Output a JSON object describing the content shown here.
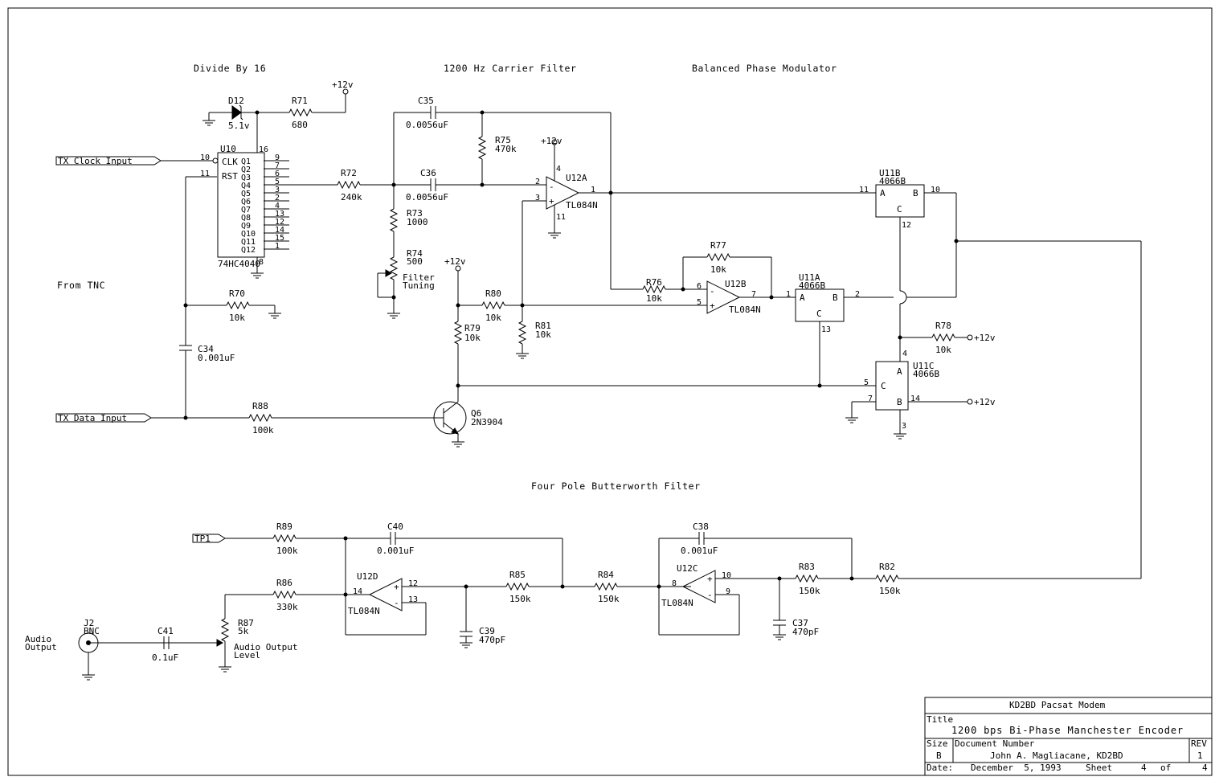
{
  "sections": {
    "divide": "Divide By 16",
    "carrier": "1200 Hz Carrier Filter",
    "modulator": "Balanced Phase Modulator",
    "butterworth": "Four Pole Butterworth Filter"
  },
  "ports": {
    "tx_clock": "TX Clock Input",
    "tx_data": "TX Data Input",
    "tp1": "TP1",
    "from_tnc": "From TNC",
    "audio_output": [
      "Audio",
      "Output"
    ]
  },
  "supply": "+12v",
  "components": {
    "D12": {
      "ref": "D12",
      "value": "5.1v"
    },
    "R71": {
      "ref": "R71",
      "value": "680"
    },
    "U10": {
      "ref": "U10",
      "part": "74HC4040",
      "pin_clk": "10",
      "pin_rst": "11",
      "pin_vcc": "16",
      "pin_gnd": "8",
      "clk": "CLK",
      "rst": "RST",
      "outputs": [
        "Q1",
        "Q2",
        "Q3",
        "Q4",
        "Q5",
        "Q6",
        "Q7",
        "Q8",
        "Q9",
        "Q10",
        "Q11",
        "Q12"
      ],
      "out_pins": [
        "9",
        "7",
        "6",
        "5",
        "3",
        "2",
        "4",
        "13",
        "12",
        "14",
        "15",
        "1"
      ]
    },
    "R72": {
      "ref": "R72",
      "value": "240k"
    },
    "C35": {
      "ref": "C35",
      "value": "0.0056uF"
    },
    "C36": {
      "ref": "C36",
      "value": "0.0056uF"
    },
    "R75": {
      "ref": "R75",
      "value": "470k"
    },
    "R73": {
      "ref": "R73",
      "value": "1000"
    },
    "R74": {
      "ref": "R74",
      "value": "500",
      "note": [
        "Filter",
        "Tuning"
      ]
    },
    "U12A": {
      "ref": "U12A",
      "part": "TL084N",
      "pins": [
        "2",
        "3",
        "1",
        "4",
        "11"
      ]
    },
    "U11B": {
      "ref": "U11B",
      "part": "4066B",
      "pins": [
        "11",
        "10",
        "12"
      ]
    },
    "R77": {
      "ref": "R77",
      "value": "10k"
    },
    "R76": {
      "ref": "R76",
      "value": "10k"
    },
    "U12B": {
      "ref": "U12B",
      "part": "TL084N",
      "pins": [
        "6",
        "5",
        "7"
      ]
    },
    "U11A": {
      "ref": "U11A",
      "part": "4066B",
      "pins": [
        "1",
        "2",
        "13"
      ]
    },
    "R70": {
      "ref": "R70",
      "value": "10k"
    },
    "R80": {
      "ref": "R80",
      "value": "10k"
    },
    "R81": {
      "ref": "R81",
      "value": "10k"
    },
    "R79": {
      "ref": "R79",
      "value": "10k"
    },
    "C34": {
      "ref": "C34",
      "value": "0.001uF"
    },
    "R78": {
      "ref": "R78",
      "value": "10k"
    },
    "U11C": {
      "ref": "U11C",
      "part": "4066B",
      "pins": [
        "4",
        "5",
        "7",
        "14",
        "3"
      ]
    },
    "R88": {
      "ref": "R88",
      "value": "100k"
    },
    "Q6": {
      "ref": "Q6",
      "value": "2N3904"
    },
    "R89": {
      "ref": "R89",
      "value": "100k"
    },
    "C40": {
      "ref": "C40",
      "value": "0.001uF"
    },
    "R86": {
      "ref": "R86",
      "value": "330k"
    },
    "U12D": {
      "ref": "U12D",
      "part": "TL084N",
      "pins": [
        "14",
        "12",
        "13"
      ]
    },
    "R85": {
      "ref": "R85",
      "value": "150k"
    },
    "C39": {
      "ref": "C39",
      "value": "470pF"
    },
    "R84": {
      "ref": "R84",
      "value": "150k"
    },
    "C38": {
      "ref": "C38",
      "value": "0.001uF"
    },
    "U12C": {
      "ref": "U12C",
      "part": "TL084N",
      "pins": [
        "8",
        "10",
        "9"
      ]
    },
    "R83": {
      "ref": "R83",
      "value": "150k"
    },
    "R82": {
      "ref": "R82",
      "value": "150k"
    },
    "C37": {
      "ref": "C37",
      "value": "470pF"
    },
    "J2": {
      "ref": "J2",
      "value": "BNC"
    },
    "C41": {
      "ref": "C41",
      "value": "0.1uF"
    },
    "R87": {
      "ref": "R87",
      "value": "5k",
      "note": [
        "Audio Output",
        "Level"
      ]
    }
  },
  "title_block": {
    "project": "KD2BD Pacsat Modem",
    "title_label": "Title",
    "title": "1200 bps Bi-Phase Manchester Encoder",
    "size_label": "Size",
    "size": "B",
    "docnum_label": "Document Number",
    "docnum": "John A. Magliacane, KD2BD",
    "rev_label": "REV",
    "rev": "1",
    "date_label": "Date:",
    "date": "December  5, 1993",
    "sheet_label": "Sheet",
    "sheet": "4",
    "of_label": "of",
    "of": "4"
  }
}
